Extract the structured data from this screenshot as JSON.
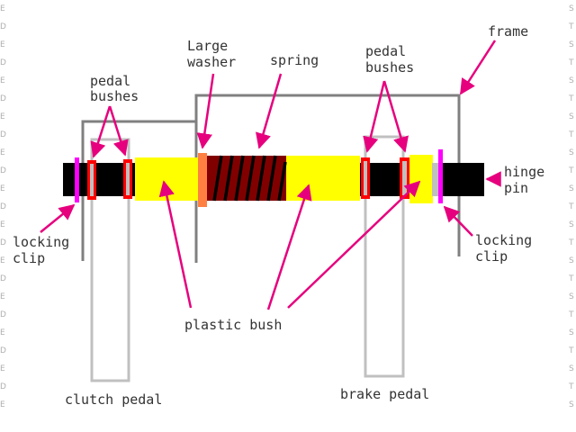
{
  "labels": {
    "large_washer": [
      "Large",
      "washer"
    ],
    "spring": "spring",
    "pedal_bushes_left": [
      "pedal",
      "bushes"
    ],
    "pedal_bushes_right": [
      "pedal",
      "bushes"
    ],
    "frame": "frame",
    "hinge_pin": [
      "hinge",
      "pin"
    ],
    "locking_clip_left": [
      "locking",
      "clip"
    ],
    "locking_clip_right": [
      "locking",
      "clip"
    ],
    "plastic_bush": "plastic bush",
    "clutch_pedal": "clutch pedal",
    "brake_pedal": "brake pedal"
  },
  "colors": {
    "frame": "#808080",
    "pedal": "#c0c0c0",
    "pin": "#000000",
    "plastic_bush": "#ffff00",
    "pedal_bush": "#ff0000",
    "spring_body": "#800000",
    "washer": "#ff8040",
    "clip": "#ff00ff",
    "arrow": "#e6007e"
  },
  "watermark": {
    "left_chars": [
      "E",
      "D",
      "E",
      "D",
      "E",
      "D",
      "E",
      "D",
      "E",
      "D",
      "E",
      "D",
      "E",
      "D",
      "E",
      "D",
      "E",
      "D",
      "E",
      "D",
      "E",
      "D",
      "E"
    ],
    "right_chars": [
      "S",
      "T",
      "S",
      "T",
      "S",
      "T",
      "S",
      "T",
      "S",
      "T",
      "S",
      "T",
      "S",
      "T",
      "S",
      "T",
      "S",
      "T",
      "S",
      "T",
      "S",
      "T",
      "S"
    ]
  }
}
